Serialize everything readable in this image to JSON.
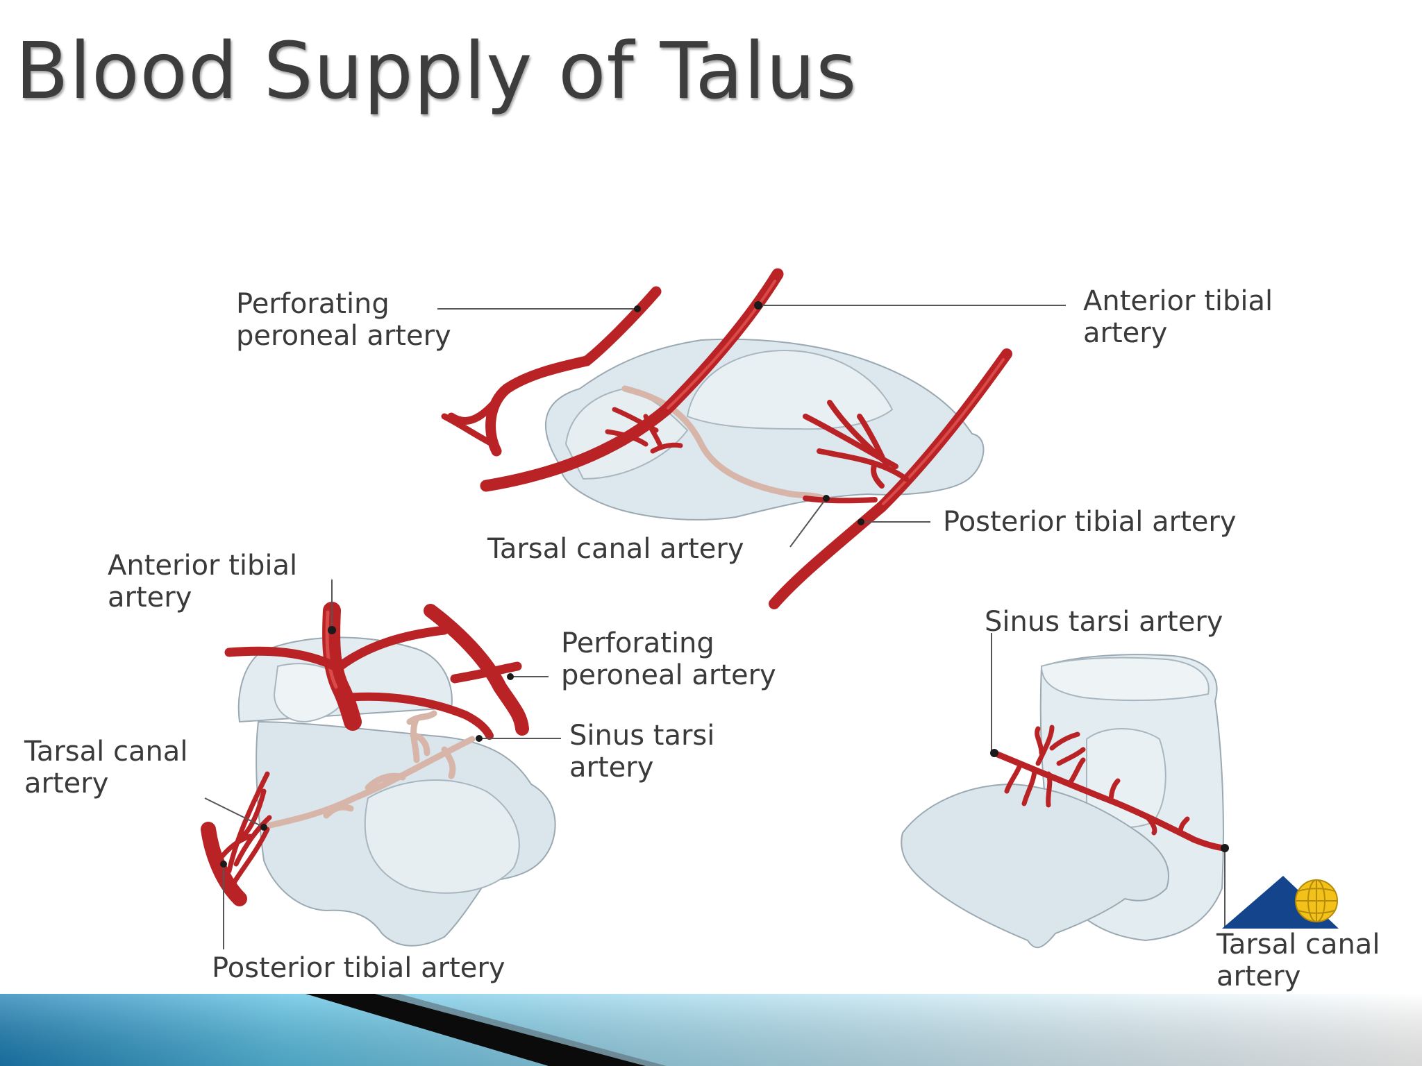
{
  "title": "Blood Supply of Talus",
  "colors": {
    "artery": "#b92326",
    "artery_highlight": "#d94a48",
    "bone": "#dde8ee",
    "bone_stroke": "#9aa9b2",
    "branch_pale": "#d7b5a9",
    "band_blue": "#2d8fc0",
    "logo_blue": "#14448c",
    "logo_yellow": "#f2c21b"
  },
  "top_view": {
    "perforating_peroneal": [
      "Perforating",
      "peroneal artery"
    ],
    "anterior_tibial": [
      "Anterior tibial",
      "artery"
    ],
    "posterior_tibial": "Posterior tibial artery",
    "tarsal_canal": "Tarsal canal artery"
  },
  "left_view": {
    "anterior_tibial": [
      "Anterior tibial",
      "artery"
    ],
    "perforating_peroneal": [
      "Perforating",
      "peroneal artery"
    ],
    "sinus_tarsi": [
      "Sinus tarsi",
      "artery"
    ],
    "tarsal_canal": [
      "Tarsal canal",
      "artery"
    ],
    "posterior_tibial": "Posterior tibial artery"
  },
  "right_view": {
    "sinus_tarsi": "Sinus tarsi artery",
    "tarsal_canal": [
      "Tarsal canal",
      "artery"
    ]
  },
  "icons": {
    "logo": "globe-triangle-logo"
  }
}
